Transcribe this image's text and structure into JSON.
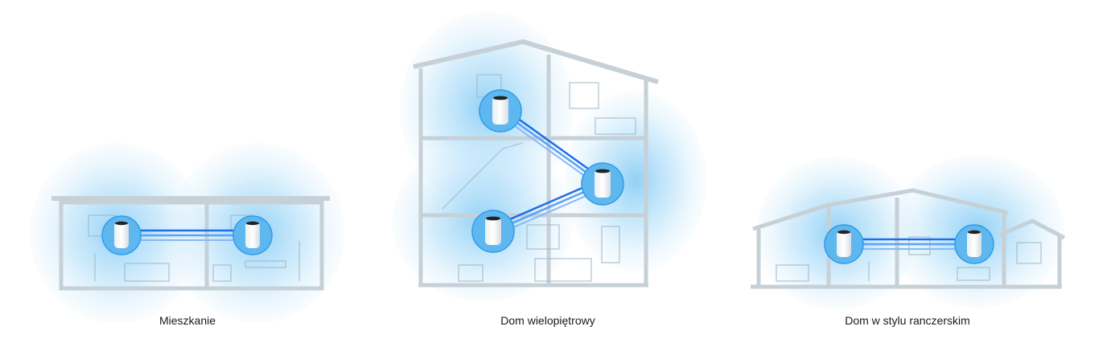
{
  "scenes": [
    {
      "id": "apartment",
      "caption": "Mieszkanie"
    },
    {
      "id": "multi-storey",
      "caption": "Dom wielopiętrowy"
    },
    {
      "id": "ranch",
      "caption": "Dom w stylu ranczerskim"
    }
  ],
  "colors": {
    "coverage": "#4fb0ee",
    "wall": "#c9d3da",
    "link": "#1e6ee8",
    "node_ring": "#2f9be6"
  },
  "icons": [
    "mesh-node-icon",
    "house-icon"
  ]
}
